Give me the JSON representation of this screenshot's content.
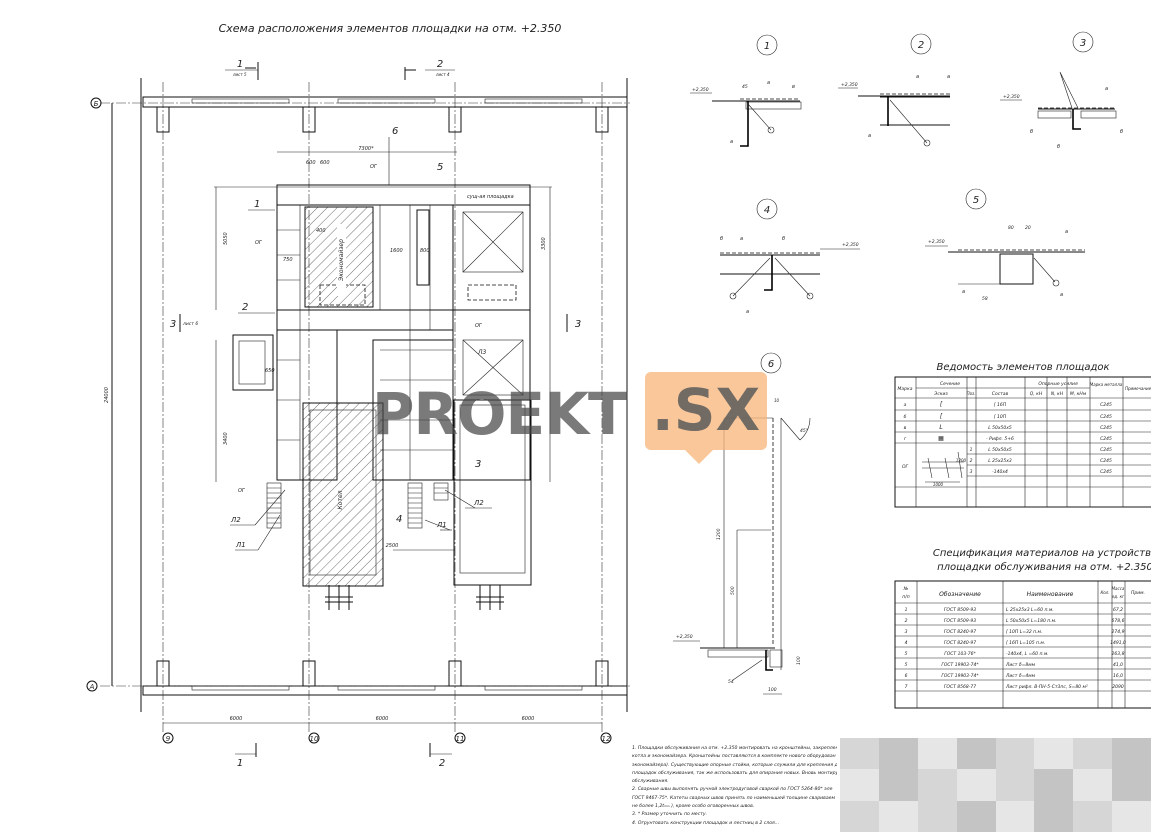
{
  "plan": {
    "title": "Схема расположения элементов площадки на отм. +2.350",
    "axes_rows": [
      "Б",
      "А"
    ],
    "axes_cols": [
      "9",
      "10",
      "11",
      "12"
    ],
    "span_dims": [
      "6000",
      "6000",
      "6000"
    ],
    "overall_dim": "24000",
    "section_marks": [
      {
        "num": "1",
        "sheet": "лист 5"
      },
      {
        "num": "2",
        "sheet": "лист 4"
      },
      {
        "num": "3",
        "sheet": "лист 6"
      }
    ],
    "labels": {
      "width_dim": "7300*",
      "existing": "сущ-ая площадка",
      "economizer": "Экономайзер",
      "boiler": "Котел",
      "og": "ОГ",
      "l1": "Л1",
      "l2": "Л2",
      "l3": "Л3",
      "d2500": "2500",
      "d5050": "5050",
      "d3400": "3400",
      "d3300": "3300",
      "d600a": "600",
      "d600b": "600",
      "d800": "800",
      "d1600": "1600",
      "d750": "750",
      "d400": "400",
      "d650": "650"
    },
    "node_marks": [
      "1",
      "2",
      "3",
      "4",
      "5",
      "6"
    ]
  },
  "details": {
    "marks": [
      "1",
      "2",
      "3",
      "4",
      "5",
      "6"
    ],
    "elev": "+2,350",
    "dims": {
      "d45": "45",
      "d80": "80",
      "d20": "20",
      "d58": "58",
      "d1200": "1200",
      "d500": "500",
      "d100a": "100",
      "d100b": "100",
      "d10": "10",
      "angle": "45°",
      "d54": "54"
    },
    "letters": {
      "a": "а",
      "b": "б",
      "v": "в"
    }
  },
  "vedomost": {
    "title": "Ведомость элементов площадок",
    "headers": {
      "mark": "Марка",
      "section": "Сечение",
      "sketch": "Эскиз",
      "pos": "Поз.",
      "comp": "Состав",
      "forces": "Опорные усилия",
      "q": "Q, кН",
      "n": "N, кН",
      "m": "M, кНм",
      "steel": "Марка металла",
      "note": "Примечание"
    },
    "rows": [
      {
        "mark": "а",
        "sketch": "[",
        "pos": "",
        "comp": "[ 16П",
        "steel": "С245"
      },
      {
        "mark": "б",
        "sketch": "[",
        "pos": "",
        "comp": "[ 10П",
        "steel": "С245"
      },
      {
        "mark": "в",
        "sketch": "L",
        "pos": "",
        "comp": "L 50х50х5",
        "steel": "С245"
      },
      {
        "mark": "г",
        "sketch": "▦",
        "pos": "",
        "comp": "- Рифл. 5+6",
        "steel": "С245"
      },
      {
        "mark": "ОГ",
        "sketch": "",
        "pos": "1",
        "comp": "L 50х50х5",
        "steel": "С245"
      },
      {
        "mark": "",
        "sketch": "",
        "pos": "2",
        "comp": "L 25х25х3",
        "steel": "С245"
      },
      {
        "mark": "",
        "sketch": "",
        "pos": "3",
        "comp": "-140х4",
        "steel": "С245"
      }
    ],
    "og_sketch_dims": [
      "1000",
      "1200"
    ]
  },
  "spec": {
    "title_line1": "Спецификация материалов на устройство",
    "title_line2": "площадки обслуживания на отм. +2.350",
    "headers": {
      "num": "№ п/п",
      "designation": "Обозначение",
      "name": "Наименование",
      "qty": "Кол.",
      "mass": "Масса ед. кг",
      "note": "Прим."
    },
    "rows": [
      {
        "num": "1",
        "designation": "ГОСТ 8509-93",
        "name": "L 25х25х3   L=60 п.м.",
        "mass": "67,2"
      },
      {
        "num": "2",
        "designation": "ГОСТ 8509-93",
        "name": "L 50х50х5   L=180 п.м.",
        "mass": "678,6"
      },
      {
        "num": "3",
        "designation": "ГОСТ 8240-97",
        "name": "[ 10П   L=32 п.м.",
        "mass": "274,9"
      },
      {
        "num": "4",
        "designation": "ГОСТ 8240-97",
        "name": "[ 16П   L=105 п.м.",
        "mass": "1491,0"
      },
      {
        "num": "5",
        "designation": "ГОСТ 103-76*",
        "name": "-140х4,   L =60 п.м.",
        "mass": "263,8"
      },
      {
        "num": "5",
        "designation": "ГОСТ 19903-74*",
        "name": "Лист δ=8мм",
        "mass": "41,0"
      },
      {
        "num": "6",
        "designation": "ГОСТ 19903-74*",
        "name": "Лист δ=4мм",
        "mass": "16,0"
      },
      {
        "num": "7",
        "designation": "ГОСТ 8568-77",
        "name": "Лист рифл. В-ПН-5-Ст3пс, S=80 м²",
        "mass": "2090"
      }
    ]
  },
  "notes": [
    "1. Площадки обслуживания на отм. +2.350 монтировать на кронштейны, закреплен",
    "котла и экономайзера. Кронштейны поставляются в комплекте нового оборудован",
    "экономайзера). Существующие опорные стойки, которые служили для крепления дем",
    "площадок обслуживания, так же использовать для опирания новых. Вновь монтиру",
    "обслуживания.",
    "2. Сварные швы выполнять ручной электродуговой сваркой по ГОСТ 5264-80* эле",
    "ГОСТ 9467-75*. Катеты сварных швов принять по наименьшей толщине свариваем",
    "не более 1,2tₘᵢₙ ), кроме особо оговоренных швов.",
    "3. * Размер уточнить по месту.",
    "4. Огрунтовать конструкции площадок и лестниц в 2 слоя..."
  ],
  "watermark": {
    "left": "PROEKT",
    "right": ".SX"
  }
}
